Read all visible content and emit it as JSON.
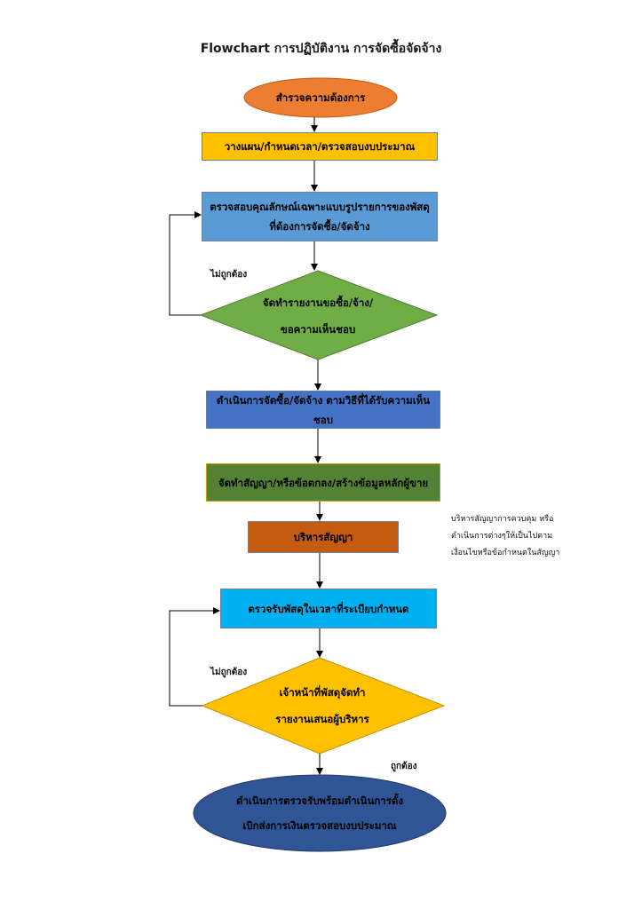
{
  "title": "Flowchart การปฏิบัติงาน การจัดซื้อจัดจ้าง",
  "colors": {
    "orange": "#ed7d31",
    "yellow": "#ffc000",
    "blue_light": "#5b9bd5",
    "green": "#70ad47",
    "blue_mid": "#4472c4",
    "green_dark": "#548235",
    "orange_dark": "#c55a11",
    "cyan": "#00b0f0",
    "navy": "#2f5597",
    "line": "#000000"
  },
  "nodes": {
    "start": {
      "text": "สำรวจความต้องการ"
    },
    "plan": {
      "text": "วางแผน/กำหนดเวลา/ตรวจสอบงบประมาณ"
    },
    "spec": {
      "line1": "ตรวจสอบคุณลักษณ์เฉพาะแบบรูปรายการของพัสดุ",
      "line2": "ที่ต้องการจัดซื้อ/จัดจ้าง"
    },
    "report": {
      "line1": "จัดทำรายงานขอซื้อ/จ้าง/",
      "line2": "ขอความเห็นชอบ"
    },
    "procure": {
      "text": "ดำเนินการจัดซื้อ/จัดจ้าง ตามวิธีที่ได้รับความเห็นชอบ"
    },
    "contract": {
      "text": "จัดทำสัญญา/หรือข้อตกลง/สร้างข้อมูลหลักผู้ขาย"
    },
    "manage": {
      "text": "บริหารสัญญา"
    },
    "inspect": {
      "text": "ตรวจรับพัสดุในเวลาที่ระเบียบกำหนด"
    },
    "officer": {
      "line1": "เจ้าหน้าที่พัสดุจัดทำ",
      "line2": "รายงานเสนอผู้บริหาร"
    },
    "end": {
      "line1": "ดำเนินการตรวจรับพร้อมดำเนินการตั้ง",
      "line2": "เบิกส่งการเงินตรวจสอบงบประมาณ"
    }
  },
  "labels": {
    "incorrect_1": "ไม่ถูกต้อง",
    "incorrect_2": "ไม่ถูกต้อง",
    "correct": "ถูกต้อง"
  },
  "note": {
    "line1": "บริหารสัญญาการควบคุม หรือ",
    "line2": "ดำเนินการต่างๆให้เป็นไปตาม",
    "line3": "เงื่อนไขหรือข้อกำหนดในสัญญา"
  }
}
